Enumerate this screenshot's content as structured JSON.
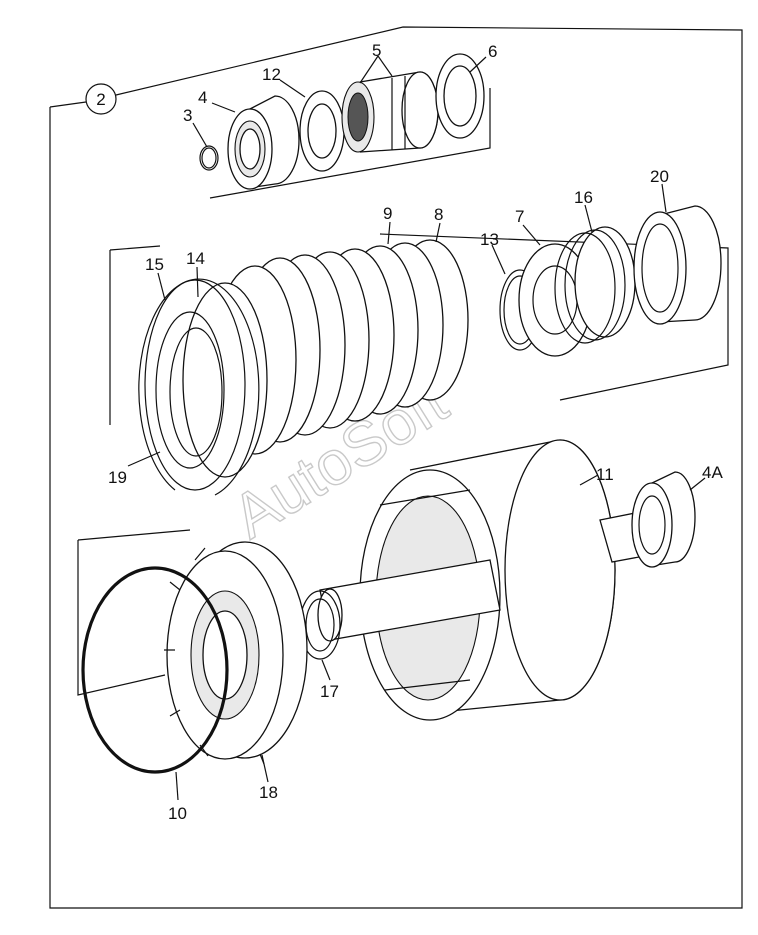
{
  "figure": {
    "group_callout": "2",
    "watermark": "AutoSoft"
  },
  "parts": [
    {
      "id": "3",
      "label": "3"
    },
    {
      "id": "4",
      "label": "4"
    },
    {
      "id": "12",
      "label": "12"
    },
    {
      "id": "5",
      "label": "5"
    },
    {
      "id": "6",
      "label": "6"
    },
    {
      "id": "9",
      "label": "9"
    },
    {
      "id": "8",
      "label": "8"
    },
    {
      "id": "7",
      "label": "7"
    },
    {
      "id": "16",
      "label": "16"
    },
    {
      "id": "20",
      "label": "20"
    },
    {
      "id": "13",
      "label": "13"
    },
    {
      "id": "15",
      "label": "15"
    },
    {
      "id": "14",
      "label": "14"
    },
    {
      "id": "19",
      "label": "19"
    },
    {
      "id": "11",
      "label": "11"
    },
    {
      "id": "4A",
      "label": "4A"
    },
    {
      "id": "17",
      "label": "17"
    },
    {
      "id": "18",
      "label": "18"
    },
    {
      "id": "10",
      "label": "10"
    }
  ]
}
